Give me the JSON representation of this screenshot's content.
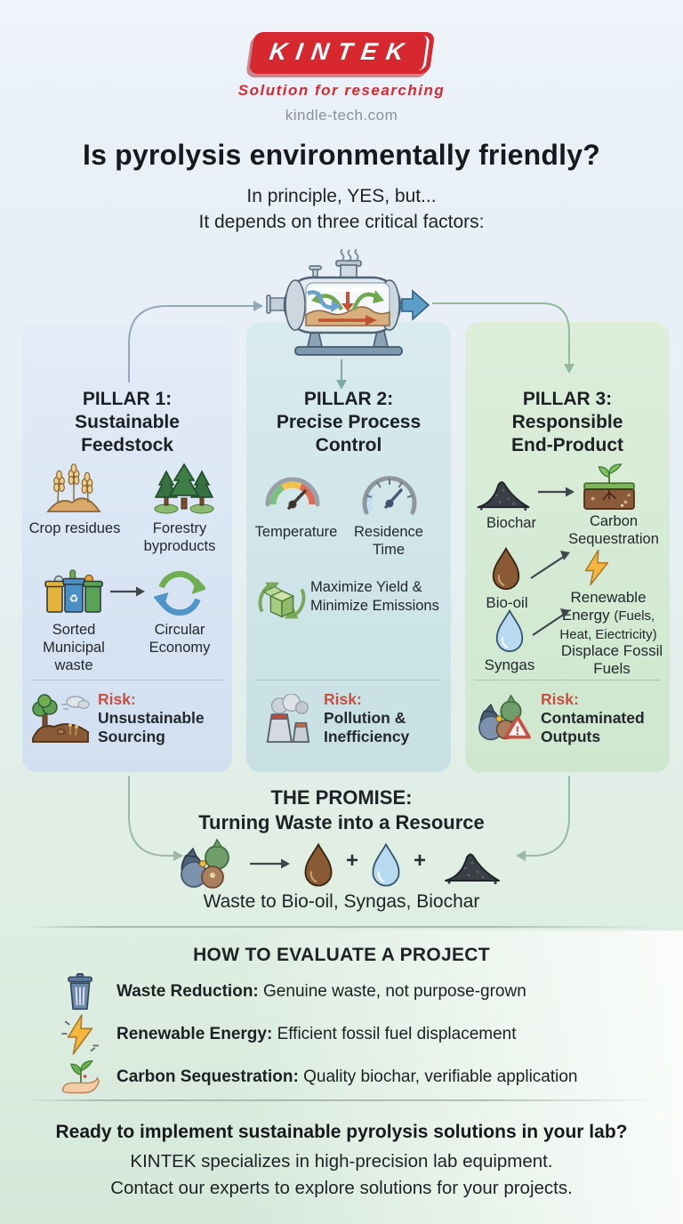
{
  "colors": {
    "brand_red": "#d7282f",
    "risk_red": "#c94f43",
    "pillar1_bg": "#d9e5f3",
    "pillar2_bg": "#cfe5e8",
    "pillar3_bg": "#d6ead4",
    "text_dark": "#1e2226"
  },
  "header": {
    "logo": "KINTEK",
    "tagline": "Solution for researching",
    "website": "kindle-tech.com"
  },
  "intro": {
    "title": "Is pyrolysis environmentally friendly?",
    "sub1": "In principle, YES, but...",
    "sub2": "It depends on three critical factors:"
  },
  "reactor": {
    "icon": "pyrolysis-reactor-icon"
  },
  "pillars": [
    {
      "heading": [
        "PILLAR 1:",
        "Sustainable",
        "Feedstock"
      ],
      "items": [
        {
          "icon": "wheat-icon",
          "label": "Crop residues"
        },
        {
          "icon": "pine-trees-icon",
          "label": "Forestry byproducts"
        },
        {
          "icon": "recycling-bins-icon",
          "label": "Sorted Municipal waste"
        },
        {
          "icon": "circular-arrows-icon",
          "label": "Circular Economy"
        }
      ],
      "risk": {
        "label": "Risk:",
        "text": "Unsustainable Sourcing",
        "icon": "deforestation-icon"
      }
    },
    {
      "heading": [
        "PILLAR 2:",
        "Precise Process",
        "Control"
      ],
      "items": [
        {
          "icon": "temperature-gauge-icon",
          "label": "Temperature"
        },
        {
          "icon": "residence-time-gauge-icon",
          "label": "Residence Time"
        },
        {
          "icon": "recycle-box-icon",
          "label": "Maximize Yield & Minimize Emissions"
        }
      ],
      "risk": {
        "label": "Risk:",
        "text": "Pollution & Inefficiency",
        "icon": "factory-icon"
      }
    },
    {
      "heading": [
        "PILLAR 3:",
        "Responsible",
        "End-Product"
      ],
      "items": [
        {
          "icon": "biochar-pile-icon",
          "label": "Biochar"
        },
        {
          "icon": "soil-plant-icon",
          "label": "Carbon Sequestration"
        },
        {
          "icon": "oil-drop-icon",
          "label": "Bio-oil"
        },
        {
          "icon": "lightning-icon",
          "label": "Renewable Energy",
          "suffix": "(Fuels, Heat, Eiectricity)"
        },
        {
          "icon": "gas-drop-icon",
          "label": "Syngas"
        },
        {
          "label": "Displace Fossil Fuels"
        }
      ],
      "risk": {
        "label": "Risk:",
        "text": "Contaminated Outputs",
        "icon": "waste-bags-icon"
      }
    }
  ],
  "promise": {
    "title": "THE PROMISE:",
    "subtitle": "Turning Waste into a Resource",
    "caption": "Waste to Bio-oil, Syngas, Biochar",
    "plus": "+"
  },
  "evaluate": {
    "heading": "HOW TO EVALUATE A PROJECT",
    "items": [
      {
        "icon": "trash-can-icon",
        "bold": "Waste Reduction:",
        "text": "Genuine waste, not purpose-grown"
      },
      {
        "icon": "lightning-spark-icon",
        "bold": "Renewable Energy:",
        "text": "Efficient fossil fuel displacement"
      },
      {
        "icon": "hand-plant-icon",
        "bold": "Carbon Sequestration:",
        "text": "Quality biochar, verifiable application"
      }
    ]
  },
  "cta": {
    "line1": "Ready to implement sustainable pyrolysis solutions in your lab?",
    "line2": "KINTEK specializes in high-precision lab equipment.",
    "line3": "Contact our experts to explore solutions for your projects."
  }
}
